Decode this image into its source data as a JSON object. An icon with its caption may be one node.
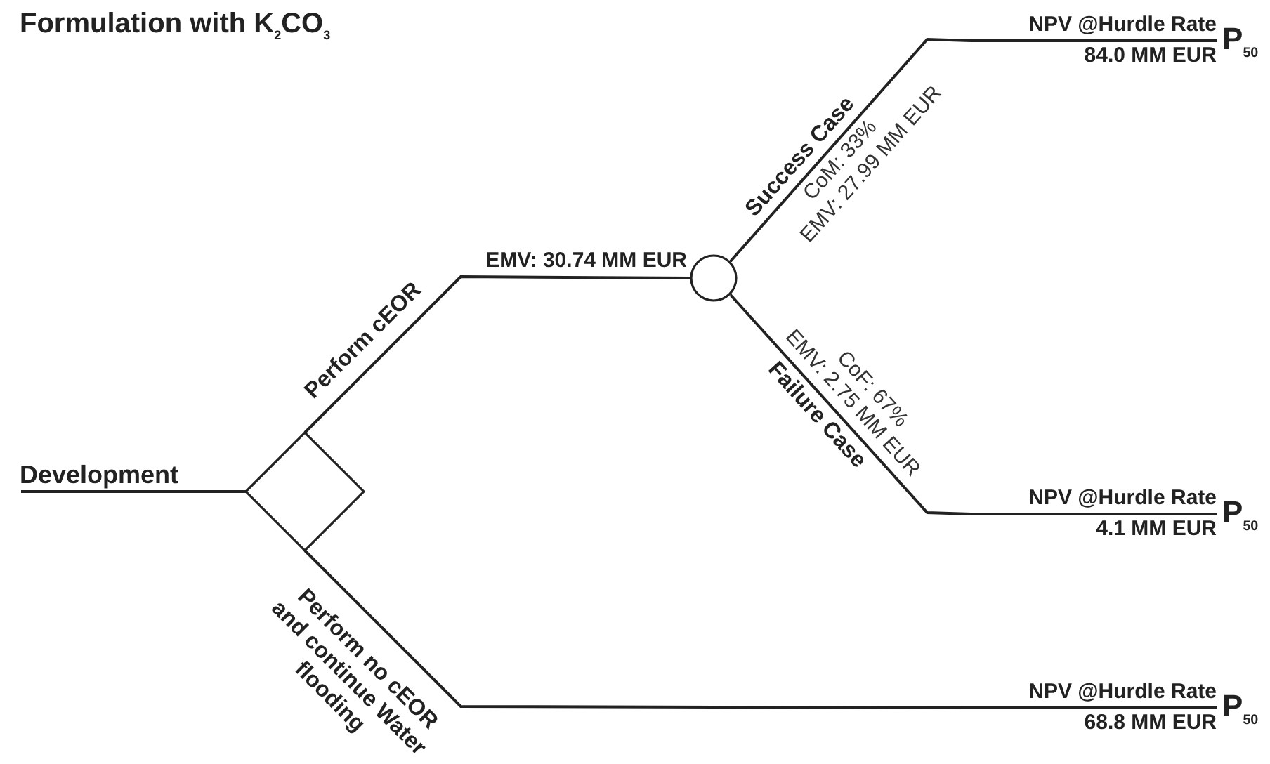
{
  "diagram": {
    "title": "Formulation with K$_{2}$CO$_{3}$",
    "nodes": [
      {
        "text": [
          "Development"
        ]
      },
      {
        "text": [],
        "shape": "diamond"
      },
      {
        "text": [],
        "shape": "circle",
        "beside": [
          "EMV: 30.74 MM EUR"
        ]
      },
      {
        "text": [
          "NPV @Hurdle Rate",
          "84.0 MM EUR"
        ],
        "beside": [
          "P$_{50}$"
        ]
      },
      {
        "text": [
          "NPV @Hurdle Rate",
          "4.1 MM EUR"
        ],
        "beside": [
          "P$_{50}$"
        ]
      },
      {
        "text": [
          "NPV @Hurdle Rate",
          "68.8 MM EUR"
        ],
        "beside": [
          "P$_{50}$"
        ]
      }
    ],
    "edges": [
      {
        "from": 0,
        "to": 1,
        "arrow": "none"
      },
      {
        "from": 1,
        "to": 2,
        "arrow": "none",
        "label": "Perform cEOR"
      },
      {
        "from": 1,
        "to": 5,
        "arrow": "none",
        "label": "Perform no cEOR and continue Water flooding"
      },
      {
        "from": 2,
        "to": 3,
        "arrow": "none",
        "label": "Success Case"
      },
      {
        "from": 2,
        "to": 4,
        "arrow": "none",
        "label": "Failure Case"
      }
    ],
    "labels": [
      "CoM: 33%",
      "EMV: 27.99 MM EUR",
      "CoF: 67%",
      "EMV: 2.75 MM EUR"
    ]
  }
}
